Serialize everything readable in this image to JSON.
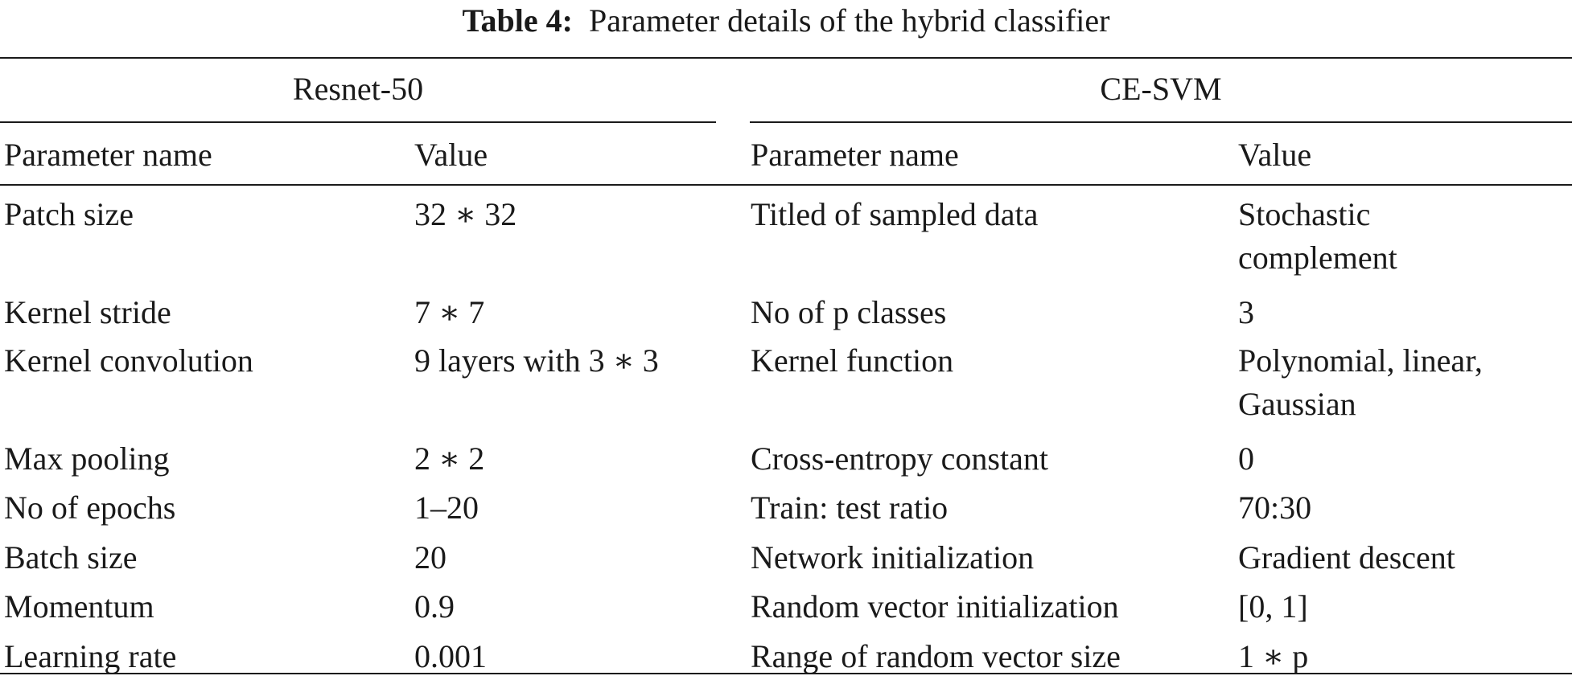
{
  "caption": {
    "label": "Table 4:",
    "text": "Parameter details of the hybrid classifier"
  },
  "groups": [
    {
      "title": "Resnet-50"
    },
    {
      "title": "CE-SVM"
    }
  ],
  "columns": {
    "left_name": "Parameter name",
    "left_value": "Value",
    "right_name": "Parameter name",
    "right_value": "Value"
  },
  "rows": [
    {
      "left_name": "Patch size",
      "left_value": "32 ∗ 32",
      "right_name": "Titled of sampled data",
      "right_value": [
        "Stochastic",
        "complement"
      ]
    },
    {
      "left_name": "Kernel stride",
      "left_value": "7 ∗ 7",
      "right_name": "No of p classes",
      "right_value": [
        "3"
      ]
    },
    {
      "left_name": "Kernel convolution",
      "left_value": "9 layers with 3 ∗ 3",
      "right_name": "Kernel function",
      "right_value": [
        "Polynomial, linear,",
        "Gaussian"
      ]
    },
    {
      "left_name": "Max pooling",
      "left_value": "2 ∗ 2",
      "right_name": "Cross-entropy constant",
      "right_value": [
        "0"
      ]
    },
    {
      "left_name": "No of epochs",
      "left_value": "1–20",
      "right_name": "Train: test ratio",
      "right_value": [
        "70:30"
      ]
    },
    {
      "left_name": "Batch size",
      "left_value": "20",
      "right_name": "Network initialization",
      "right_value": [
        "Gradient descent"
      ]
    },
    {
      "left_name": "Momentum",
      "left_value": "0.9",
      "right_name": "Random vector initialization",
      "right_value": [
        "[0, 1]"
      ]
    },
    {
      "left_name": "Learning rate",
      "left_value": "0.001",
      "right_name": "Range of random vector size",
      "right_value": [
        "1 ∗ p"
      ]
    }
  ]
}
